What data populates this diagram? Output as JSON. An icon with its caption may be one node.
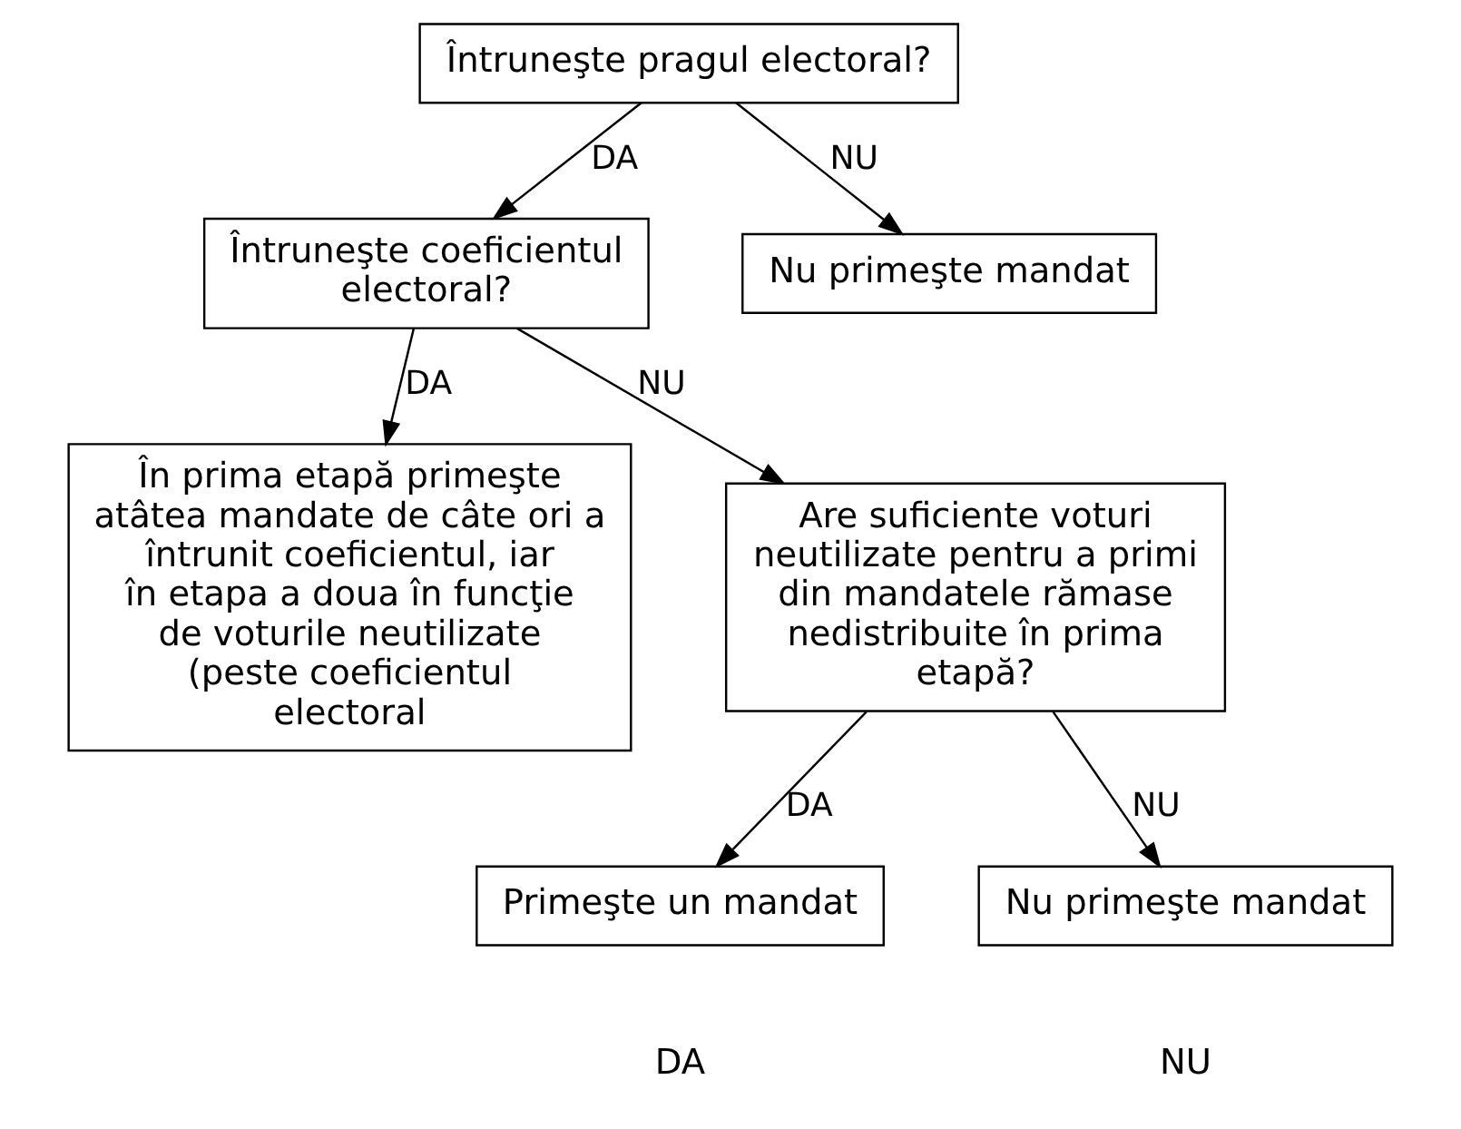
{
  "diagram": {
    "nodes": [
      {
        "text": [
          "Întruneşte pragul electoral?"
        ]
      },
      {
        "text": [
          "Întruneşte coeficientul electoral?"
        ]
      },
      {
        "text": [
          "Nu primeşte mandat"
        ]
      },
      {
        "text": [
          "În prima etapă primeşte atâtea mandate de câte ori a întrunit coeficientul, iar în etapa a doua în funcţie de voturile neutilizate (peste coeficientul electoral"
        ]
      },
      {
        "text": [
          "Are suficiente voturi neutilizate pentru a primi din mandatele rămase nedistribuite în prima etapă?"
        ]
      },
      {
        "text": [
          "Primeşte un mandat"
        ]
      },
      {
        "text": [
          "Nu primeşte mandat"
        ]
      }
    ],
    "edges": [
      {
        "from": 0,
        "to": 1,
        "arrow": "to",
        "label": "DA"
      },
      {
        "from": 0,
        "to": 2,
        "arrow": "to",
        "label": "NU"
      },
      {
        "from": 1,
        "to": 3,
        "arrow": "to",
        "label": "DA"
      },
      {
        "from": 1,
        "to": 4,
        "arrow": "to",
        "label": "NU"
      },
      {
        "from": 4,
        "to": 5,
        "arrow": "to",
        "label": "DA"
      },
      {
        "from": 4,
        "to": 6,
        "arrow": "to",
        "label": "NU"
      }
    ],
    "labels": [
      "DA",
      "NU"
    ]
  }
}
